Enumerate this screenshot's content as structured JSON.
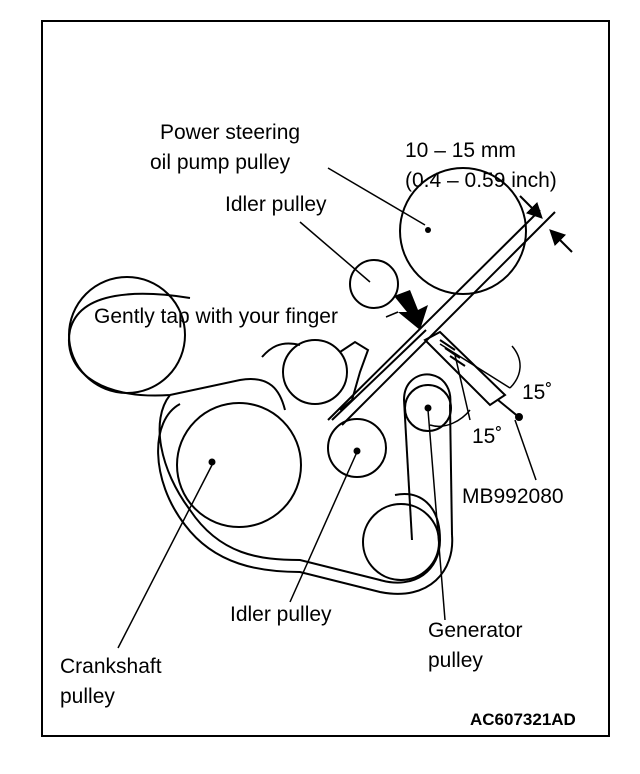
{
  "labels": {
    "power_steering_line1": "Power steering",
    "power_steering_line2": "oil pump pulley",
    "idler_pulley_top": "Idler pulley",
    "measurement_mm": "10 – 15 mm",
    "measurement_inch": "(0.4 – 0.59 inch)",
    "gently_tap": "Gently tap with your finger",
    "angle_upper": "15˚",
    "angle_lower": "15˚",
    "tool_number": "MB992080",
    "idler_pulley_bottom": "Idler pulley",
    "generator_line1": "Generator",
    "generator_line2": "pulley",
    "crankshaft_line1": "Crankshaft",
    "crankshaft_line2": "pulley"
  },
  "figure_code": "AC607321AD"
}
